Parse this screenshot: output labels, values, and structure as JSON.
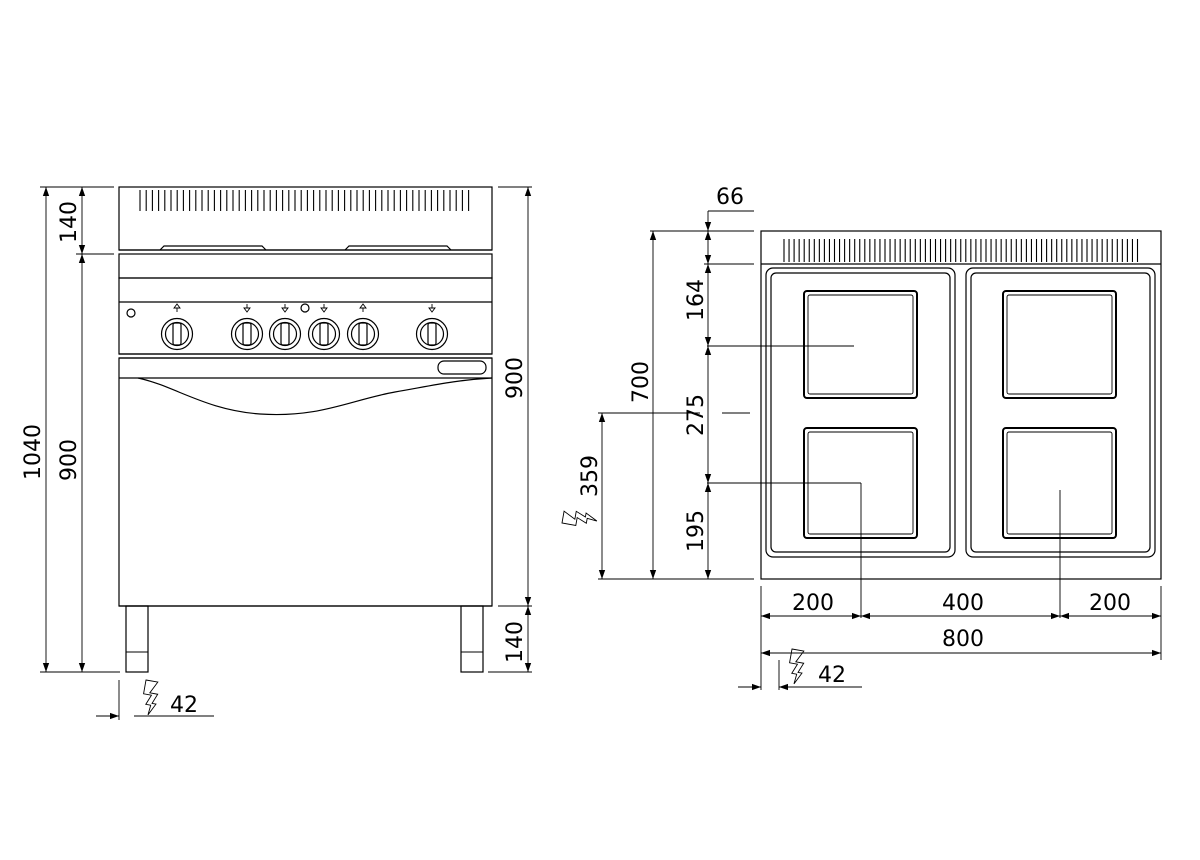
{
  "front_view": {
    "dim_total_height": "1040",
    "dim_body_height_left": "900",
    "dim_backsplash_height": "140",
    "dim_body_height_right": "900",
    "dim_leg_height": "140",
    "dim_power_inlet": "42"
  },
  "top_view": {
    "dim_rear_offset": "66",
    "dim_depth_total": "700",
    "dim_back_to_rear_plate": "164",
    "dim_rear_to_front_plate": "275",
    "dim_front_plate_to_front": "195",
    "dim_power_inlet_depth": "359",
    "dim_side_to_plate_left": "200",
    "dim_plate_to_plate": "400",
    "dim_plate_to_side_right": "200",
    "dim_width_total": "800",
    "dim_power_inlet": "42"
  },
  "icons": {
    "power_inlet": "electrical-connection-icon",
    "knob": "control-knob-icon",
    "indicator": "indicator-light-icon"
  },
  "colors": {
    "line": "#000000",
    "background": "#ffffff"
  }
}
